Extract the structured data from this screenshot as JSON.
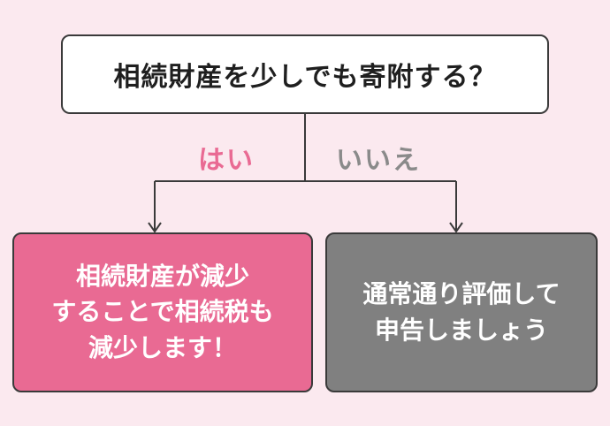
{
  "question": "相続財産を少しでも寄附する？",
  "yes_label": "はい",
  "no_label": "いいえ",
  "yes_outcome": "相続財産が減少\nすることで相続税も\n減少します！",
  "no_outcome": "通常通り評価して\n申告しましょう",
  "colors": {
    "background": "#fbe9ef",
    "yes_box": "#e96a93",
    "no_box": "#808080",
    "yes_label": "#e96a93",
    "no_label": "#8a8a8a"
  }
}
